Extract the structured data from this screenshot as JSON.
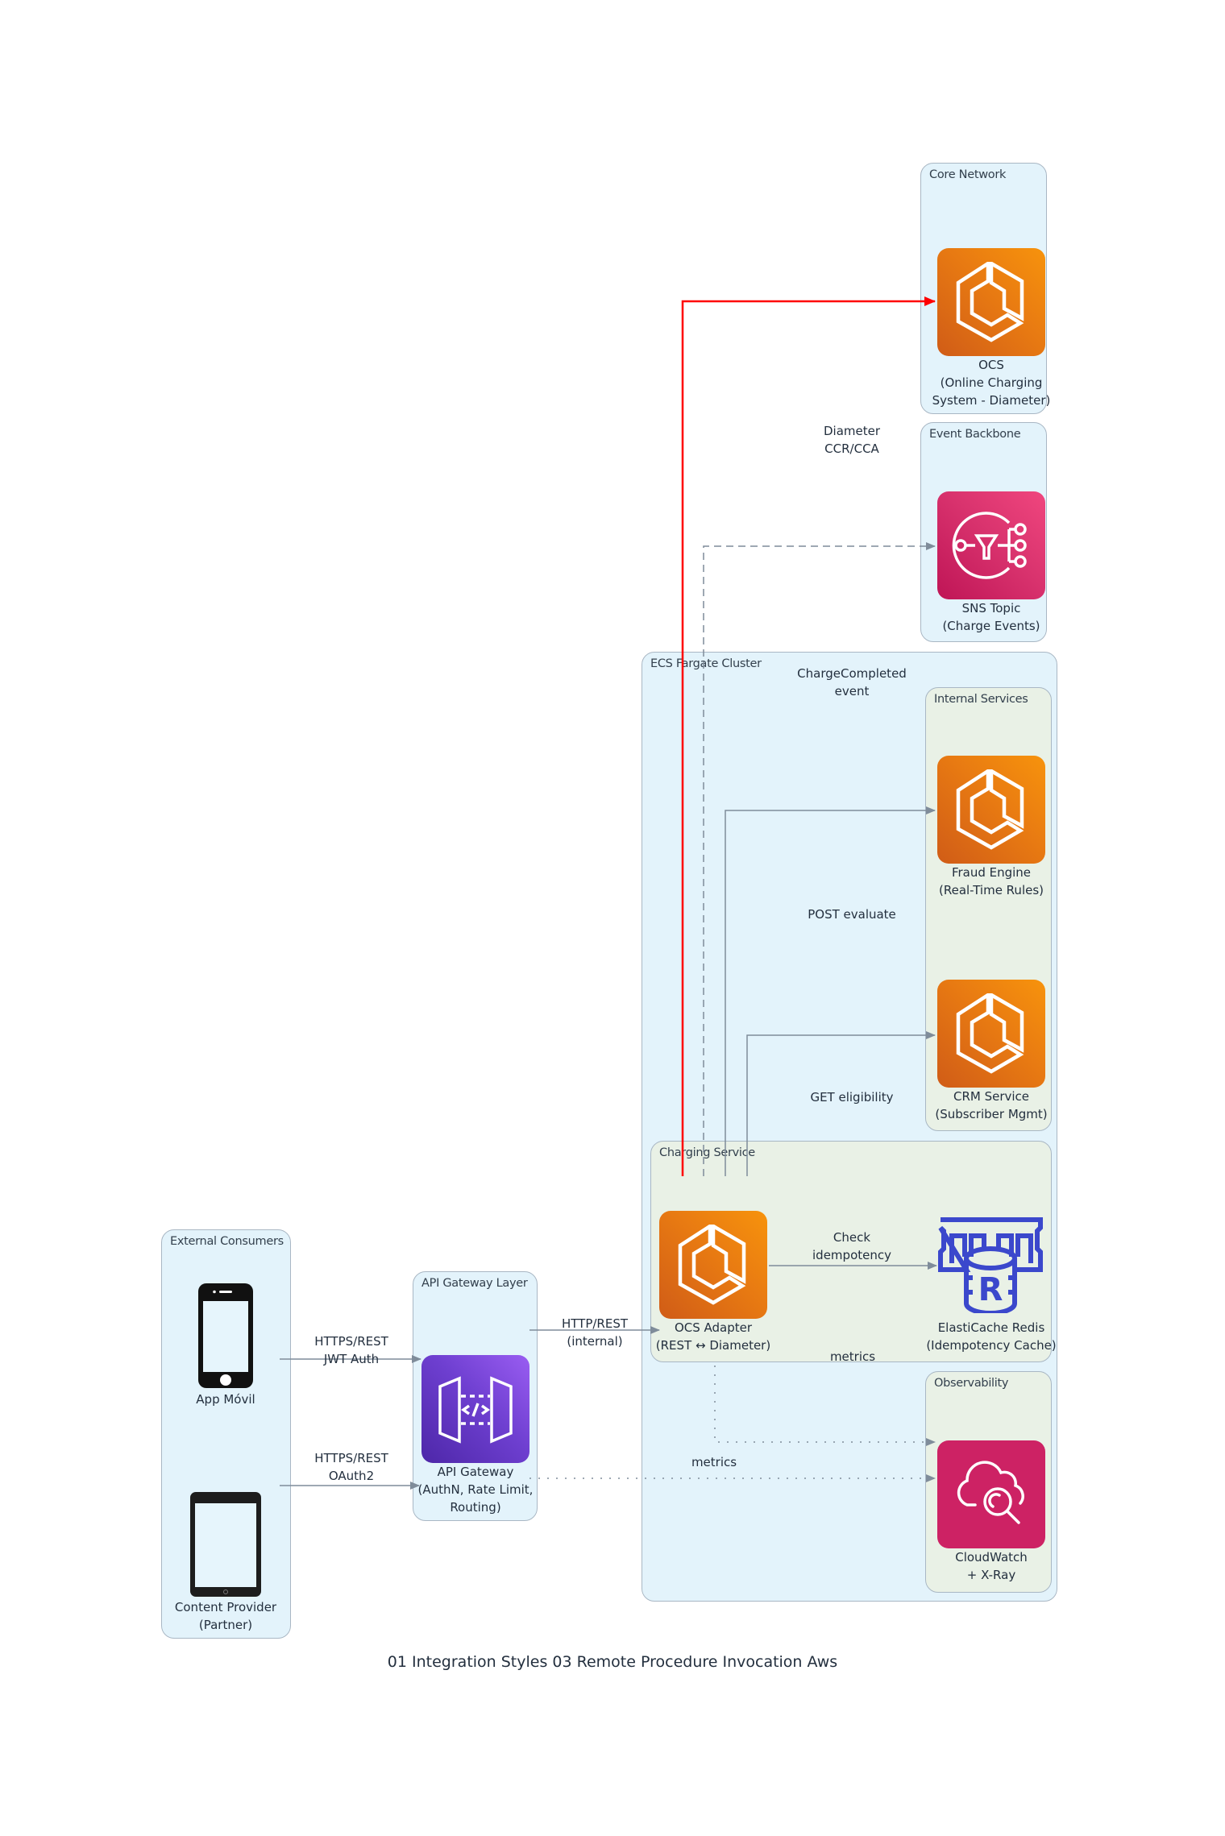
{
  "title": "01 Integration Styles 03 Remote Procedure Invocation Aws",
  "clusters": {
    "core_network": "Core Network",
    "event_backbone": "Event Backbone",
    "ecs_cluster": "ECS Fargate Cluster",
    "internal_services": "Internal Services",
    "charging_service": "Charging Service",
    "observability": "Observability",
    "external_consumers": "External Consumers",
    "api_gateway_layer": "API Gateway Layer"
  },
  "nodes": {
    "ocs": {
      "label": "OCS\n(Online Charging\nSystem - Diameter)",
      "icon": "ecs-container-icon"
    },
    "sns": {
      "label": "SNS Topic\n(Charge Events)",
      "icon": "sns-topic-icon"
    },
    "fraud": {
      "label": "Fraud Engine\n(Real-Time Rules)",
      "icon": "ecs-container-icon"
    },
    "crm": {
      "label": "CRM Service\n(Subscriber Mgmt)",
      "icon": "ecs-container-icon"
    },
    "adapter": {
      "label": "OCS Adapter\n(REST ↔ Diameter)",
      "icon": "ecs-container-icon"
    },
    "redis": {
      "label": "ElastiCache Redis\n(Idempotency Cache)",
      "icon": "elasticache-redis-icon"
    },
    "cloudwatch": {
      "label": "CloudWatch\n+ X-Ray",
      "icon": "cloudwatch-icon"
    },
    "app": {
      "label": "App Móvil",
      "icon": "mobile-phone-icon"
    },
    "partner": {
      "label": "Content Provider\n(Partner)",
      "icon": "tablet-icon"
    },
    "apigw": {
      "label": "API Gateway\n(AuthN, Rate Limit,\nRouting)",
      "icon": "api-gateway-icon"
    }
  },
  "edges": {
    "diameter": "Diameter\nCCR/CCA",
    "charge_completed": "ChargeCompleted\nevent",
    "post_evaluate": "POST evaluate",
    "get_eligibility": "GET eligibility",
    "check_idempotency": "Check\nidempotency",
    "metrics_adapter": "metrics",
    "metrics_apigw": "metrics",
    "https_jwt": "HTTPS/REST\nJWT Auth",
    "https_oauth": "HTTPS/REST\nOAuth2",
    "http_internal": "HTTP/REST\n(internal)"
  },
  "colors": {
    "critical_edge": "#ff0000",
    "edge": "#7f8c9a",
    "compute_orange": "#ed7100",
    "app_integration_pink": "#e7157b",
    "management_magenta": "#cd2264",
    "network_purple": "#8c4fff",
    "database_blue": "#3b48cc"
  }
}
